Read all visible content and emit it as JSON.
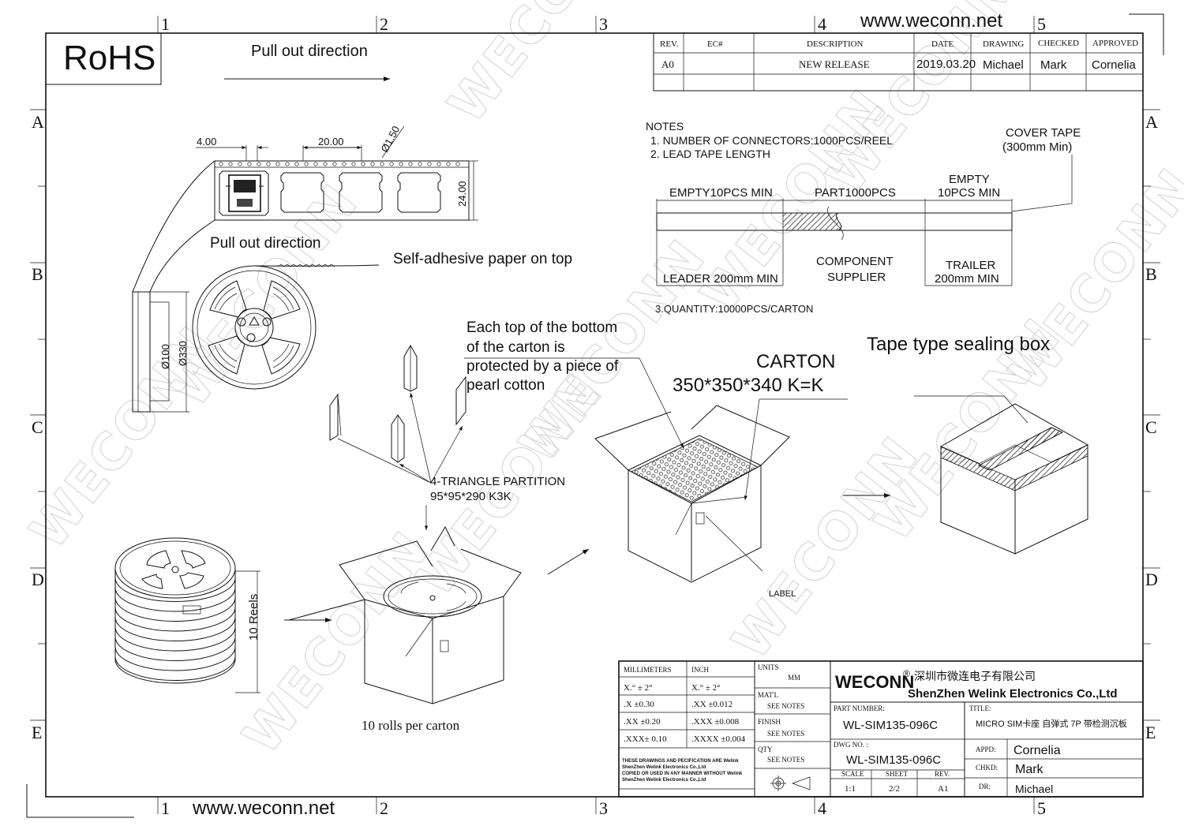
{
  "header": {
    "rohs": "RoHS",
    "website_top": "www.weconn.net",
    "website_bottom": "www.weconn.net",
    "pull_out_top": "Pull out direction"
  },
  "grid": {
    "cols": [
      "1",
      "2",
      "3",
      "4",
      "5"
    ],
    "rows": [
      "A",
      "B",
      "C",
      "D",
      "E"
    ]
  },
  "revision": {
    "headers": [
      "REV.",
      "EC#",
      "DESCRIPTION",
      "DATE",
      "DRAWING",
      "CHECKED",
      "APPROVED"
    ],
    "row": [
      "A0",
      "",
      "NEW RELEASE",
      "2019.03.20",
      "Michael",
      "Mark",
      "Cornelia"
    ]
  },
  "tape": {
    "dim_pitch_small": "4.00",
    "dim_pitch": "20.00",
    "dim_hole": "Ø1.50",
    "dim_width": "24.00",
    "pull_out": "Pull out direction",
    "adhesive": "Self-adhesive paper on top",
    "dim_hub": "Ø100",
    "dim_reel": "Ø330"
  },
  "notes": {
    "title": "NOTES",
    "n1": "1. NUMBER OF CONNECTORS:1000PCS/REEL",
    "n2": "2. LEAD TAPE LENGTH",
    "cover_tape_1": "COVER TAPE",
    "cover_tape_2": "(300mm Min)",
    "empty_min": "EMPTY10PCS MIN",
    "part": "PART1000PCS",
    "empty2_1": "EMPTY",
    "empty2_2": "10PCS MIN",
    "leader": "LEADER 200mm MIN",
    "comp_1": "COMPONENT",
    "comp_2": "SUPPLIER",
    "trailer_1": "TRAILER",
    "trailer_2": "200mm MIN",
    "n3": "3.QUANTITY:10000PCS/CARTON"
  },
  "packing": {
    "pearl_1": "Each top of the bottom",
    "pearl_2": "of the carton is",
    "pearl_3": "protected by a piece of",
    "pearl_4": "pearl cotton",
    "partition_1": "4-TRIANGLE PARTITION",
    "partition_2": "95*95*290 K3K",
    "carton_1": "CARTON",
    "carton_2": "350*350*340 K=K",
    "sealing": "Tape type sealing box",
    "label": "LABEL",
    "reels": "10 Reels",
    "rolls": "10 rolls per carton"
  },
  "titleblock": {
    "mm": "MILLIMETERS",
    "inch": "INCH",
    "tol_mm": [
      "X.° ± 2°",
      ".X   ±0.30",
      ".XX  ±0.20",
      ".XXX± 0.10"
    ],
    "tol_in": [
      "X.° ± 2°",
      ".XX  ±0.012",
      ".XXX ±0.008",
      ".XXXX ±0.004"
    ],
    "units_label": "UNITS",
    "units_value": "MM",
    "matl_label": "MAT'L",
    "matl_value": "SEE NOTES",
    "finish_label": "FINISH",
    "finish_value": "SEE NOTES",
    "qty_label": "QTY",
    "qty_value": "SEE NOTES",
    "disclaimer_1": "THESE DRAWINGS AND PECIFICATION ARE Welink",
    "disclaimer_2": "ShenZhen Welink Electronics Co.,Ltd",
    "disclaimer_3": "COPIED OR USED IN ANY MANNER WITHOUT Welink",
    "disclaimer_4": "ShenZhen Welink Electronics Co.,Ltd",
    "brand": "WECONN",
    "reg": "®",
    "company_cn": "深圳市微连电子有限公司",
    "company_en": "ShenZhen Welink Electronics Co.,Ltd",
    "part_label": "PART NUMBER:",
    "part_value": "WL-SIM135-096C",
    "title_label": "TITLE:",
    "title_value": "MICRO SIM卡座 自弹式 7P 带检测沉板",
    "dwg_label": "DWG NO. :",
    "dwg_value": "WL-SIM135-096C",
    "scale_label": "SCALE",
    "scale_value": "1:1",
    "sheet_label": "SHEET",
    "sheet_value": "2/2",
    "rev_label": "REV.",
    "rev_value": "A1",
    "appd_label": "APPD:",
    "appd_value": "Cornelia",
    "chkd_label": "CHKD:",
    "chkd_value": "Mark",
    "dr_label": "DR:",
    "dr_value": "Michael"
  },
  "watermark": "WECONN"
}
